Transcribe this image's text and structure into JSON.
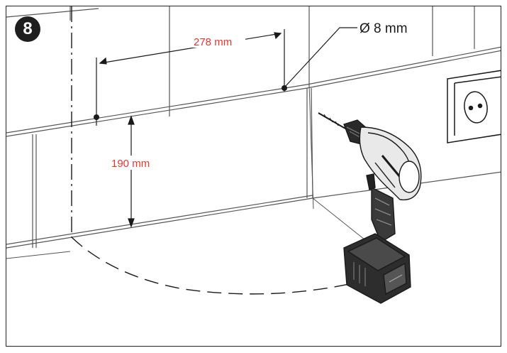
{
  "step": {
    "number": "8"
  },
  "annotations": {
    "horizontal_distance": "278 mm",
    "vertical_distance": "190 mm",
    "hole_diameter": "Ø 8 mm"
  },
  "colors": {
    "dimension_text": "#e8362c",
    "line_art": "#1a1a1a",
    "tile_lines": "#555555"
  },
  "icons": {
    "drill": "cordless-drill-icon",
    "outlet": "wall-socket-icon"
  }
}
